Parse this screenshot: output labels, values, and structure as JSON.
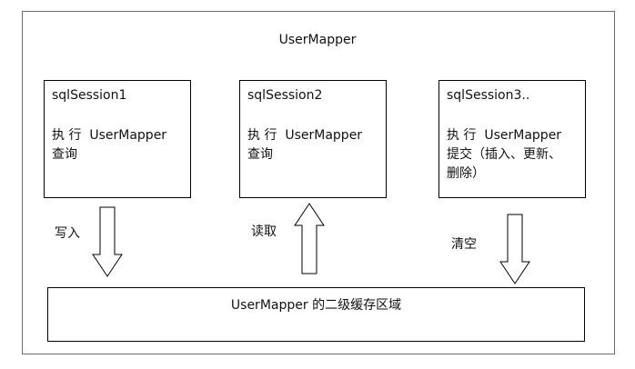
{
  "diagram": {
    "title": "UserMapper",
    "sessions": [
      {
        "name": "sqlSession1",
        "description": "执 行  UserMapper\n查询"
      },
      {
        "name": "sqlSession2",
        "description": "执 行  UserMapper\n查询"
      },
      {
        "name": "sqlSession3..",
        "description": "执 行  UserMapper\n提交（插入、更新、\n删除）"
      }
    ],
    "cache_label": "UserMapper 的二级缓存区域",
    "edges": [
      {
        "label": "写入",
        "direction": "down"
      },
      {
        "label": "读取",
        "direction": "up"
      },
      {
        "label": "清空",
        "direction": "down"
      }
    ]
  }
}
